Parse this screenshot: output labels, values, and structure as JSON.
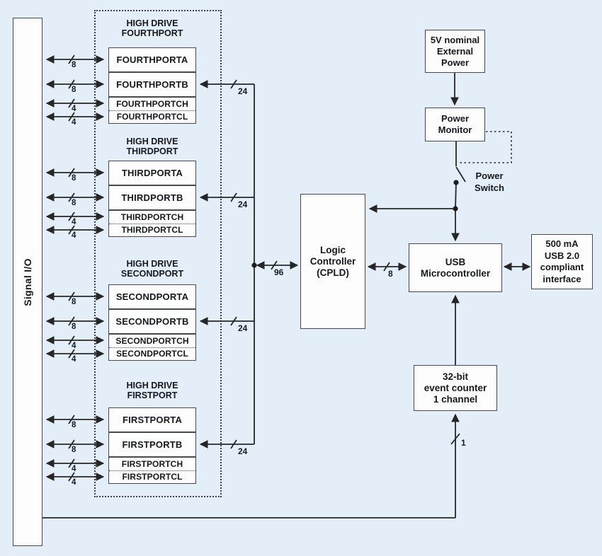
{
  "signal_io": {
    "label": "Signal I/O"
  },
  "port_groups": [
    {
      "title": "HIGH DRIVE\nFOURTHPORT",
      "port_a": "FOURTHPORTA",
      "port_b": "FOURTHPORTB",
      "port_ch": "FOURTHPORTCH",
      "port_cl": "FOURTHPORTCL",
      "bus_a": "8",
      "bus_b": "8",
      "bus_ch": "4",
      "bus_cl": "4",
      "bus_internal": "24"
    },
    {
      "title": "HIGH DRIVE\nTHIRDPORT",
      "port_a": "THIRDPORTA",
      "port_b": "THIRDPORTB",
      "port_ch": "THIRDPORTCH",
      "port_cl": "THIRDPORTCL",
      "bus_a": "8",
      "bus_b": "8",
      "bus_ch": "4",
      "bus_cl": "4",
      "bus_internal": "24"
    },
    {
      "title": "HIGH DRIVE\nSECONDPORT",
      "port_a": "SECONDPORTA",
      "port_b": "SECONDPORTB",
      "port_ch": "SECONDPORTCH",
      "port_cl": "SECONDPORTCL",
      "bus_a": "8",
      "bus_b": "8",
      "bus_ch": "4",
      "bus_cl": "4",
      "bus_internal": "24"
    },
    {
      "title": "HIGH DRIVE\nFIRSTPORT",
      "port_a": "FIRSTPORTA",
      "port_b": "FIRSTPORTB",
      "port_ch": "FIRSTPORTCH",
      "port_cl": "FIRSTPORTCL",
      "bus_a": "8",
      "bus_b": "8",
      "bus_ch": "4",
      "bus_cl": "4",
      "bus_internal": "24"
    }
  ],
  "logic_controller": {
    "label": "Logic\nController\n(CPLD)"
  },
  "usb_microcontroller": {
    "label": "USB\nMicrocontroller"
  },
  "external_power": {
    "label": "5V nominal\nExternal\nPower"
  },
  "power_monitor": {
    "label": "Power\nMonitor"
  },
  "power_switch": {
    "label": "Power\nSwitch"
  },
  "usb_interface": {
    "label": "500 mA\nUSB 2.0\ncompliant\ninterface"
  },
  "event_counter": {
    "label": "32-bit\nevent counter\n1 channel"
  },
  "bus_widths": {
    "cpld_bus": "96",
    "usb_bus": "8",
    "counter_bus": "1"
  },
  "colors": {
    "background": "#e3eef8",
    "line": "#262626",
    "box_border": "#45484c"
  }
}
